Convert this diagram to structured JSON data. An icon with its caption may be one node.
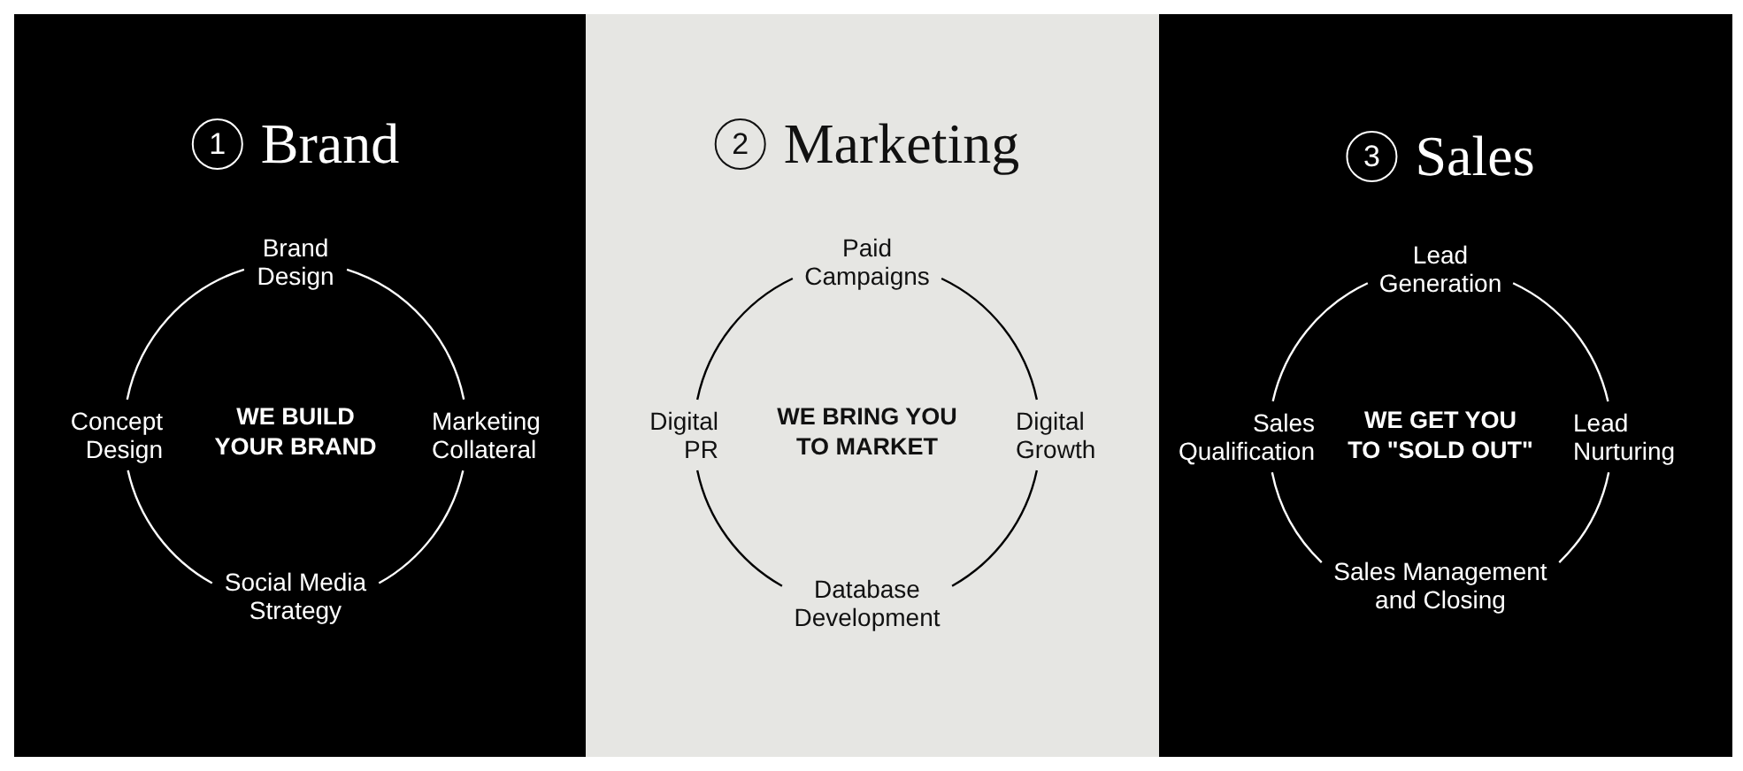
{
  "diagram": {
    "nodes": [
      {
        "text": [
          "1",
          "Brand",
          "WE BUILD YOUR BRAND"
        ]
      },
      {
        "text": [
          "Brand Design"
        ],
        "in": 0
      },
      {
        "text": [
          "Concept Design"
        ],
        "in": 0
      },
      {
        "text": [
          "Marketing Collateral"
        ],
        "in": 0
      },
      {
        "text": [
          "Social Media Strategy"
        ],
        "in": 0
      },
      {
        "text": [
          "2",
          "Marketing",
          "WE BRING YOU TO MARKET"
        ]
      },
      {
        "text": [
          "Paid Campaigns"
        ],
        "in": 5
      },
      {
        "text": [
          "Digital PR"
        ],
        "in": 5
      },
      {
        "text": [
          "Digital Growth"
        ],
        "in": 5
      },
      {
        "text": [
          "Database Development"
        ],
        "in": 5
      },
      {
        "text": [
          "3",
          "Sales",
          "WE GET YOU TO \"SOLD OUT\""
        ]
      },
      {
        "text": [
          "Lead Generation"
        ],
        "in": 10
      },
      {
        "text": [
          "Sales Qualification"
        ],
        "in": 10
      },
      {
        "text": [
          "Lead Nurturing"
        ],
        "in": 10
      },
      {
        "text": [
          "Sales Management and Closing"
        ],
        "in": 10
      }
    ],
    "edges": [
      {
        "from": 1,
        "to": 3,
        "arrow": "none"
      },
      {
        "from": 3,
        "to": 4,
        "arrow": "none"
      },
      {
        "from": 4,
        "to": 2,
        "arrow": "none"
      },
      {
        "from": 2,
        "to": 1,
        "arrow": "none"
      },
      {
        "from": 6,
        "to": 8,
        "arrow": "none",
        "color": "#000000"
      },
      {
        "from": 8,
        "to": 9,
        "arrow": "none",
        "color": "#000000"
      },
      {
        "from": 9,
        "to": 7,
        "arrow": "none",
        "color": "#000000"
      },
      {
        "from": 7,
        "to": 6,
        "arrow": "none",
        "color": "#000000"
      },
      {
        "from": 11,
        "to": 13,
        "arrow": "none"
      },
      {
        "from": 13,
        "to": 14,
        "arrow": "none"
      },
      {
        "from": 14,
        "to": 12,
        "arrow": "none"
      },
      {
        "from": 12,
        "to": 11,
        "arrow": "none"
      }
    ]
  }
}
